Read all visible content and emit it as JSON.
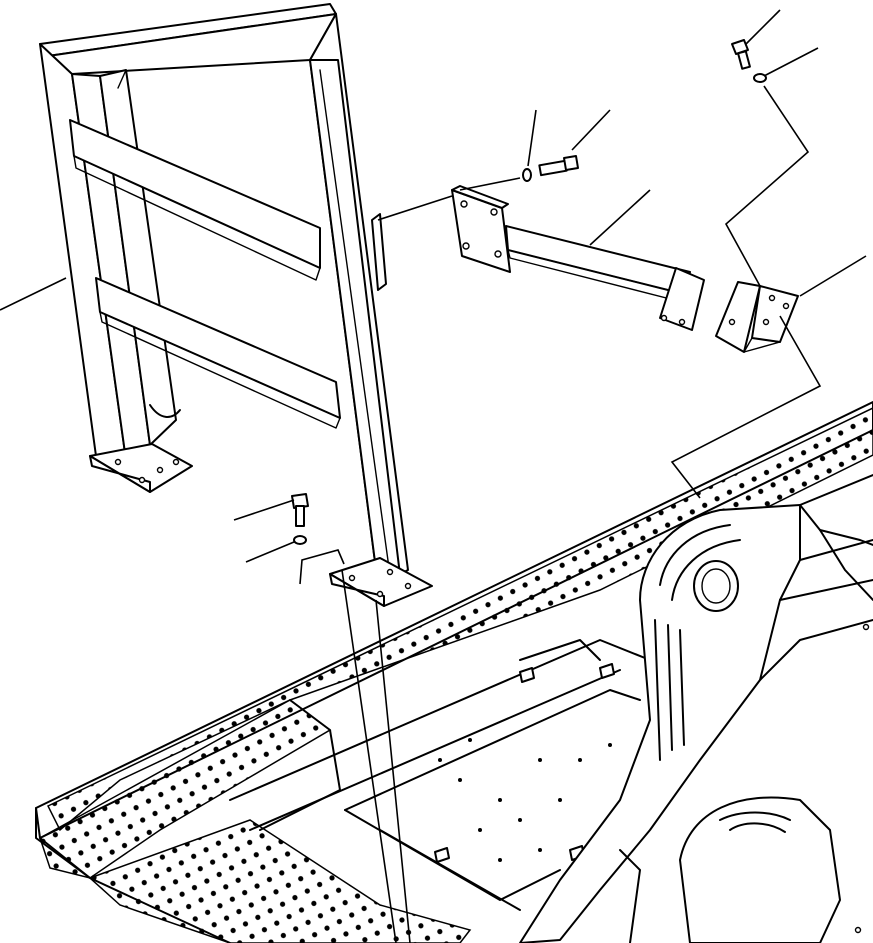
{
  "diagram": {
    "kind": "exploded parts illustration",
    "components": [
      {
        "id": "guard-frame",
        "icon": "guard-frame-icon"
      },
      {
        "id": "mount-bracket",
        "icon": "bracket-icon"
      },
      {
        "id": "angle-bracket",
        "icon": "angle-bracket-icon"
      },
      {
        "id": "bolt-upper",
        "icon": "bolt-icon"
      },
      {
        "id": "washer-upper",
        "icon": "washer-icon"
      },
      {
        "id": "bolt-right",
        "icon": "bolt-icon"
      },
      {
        "id": "washer-right",
        "icon": "washer-icon"
      },
      {
        "id": "bolt-lower",
        "icon": "bolt-icon"
      },
      {
        "id": "washer-lower",
        "icon": "washer-icon"
      },
      {
        "id": "deck-frame",
        "icon": "perforated-deck-icon"
      },
      {
        "id": "boom-foot",
        "icon": "boom-foot-icon"
      }
    ],
    "colors": {
      "line": "#000000",
      "background": "#ffffff"
    }
  }
}
